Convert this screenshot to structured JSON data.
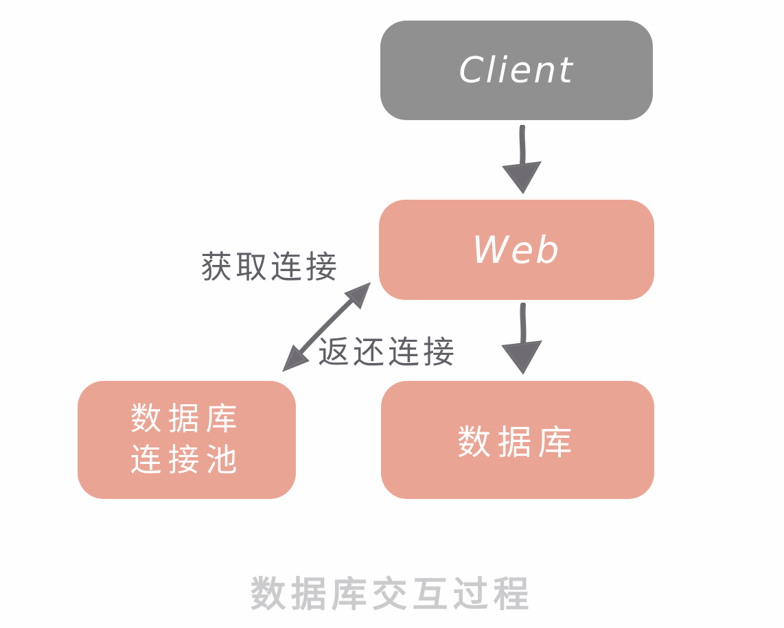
{
  "diagram": {
    "title": "数据库交互过程",
    "nodes": {
      "client": {
        "label": "Client"
      },
      "web": {
        "label": "Web"
      },
      "pool": {
        "label_line1": "数据库",
        "label_line2": "连接池"
      },
      "database": {
        "label": "数据库"
      }
    },
    "edges": {
      "client_to_web": {
        "type": "arrow-down"
      },
      "web_to_database": {
        "type": "arrow-down"
      },
      "web_to_pool": {
        "type": "arrow-bidirectional",
        "label_get": "获取连接",
        "label_return": "返还连接"
      }
    },
    "colors": {
      "client_box": "#909090",
      "salmon_box": "#EAA494",
      "box_text": "#FFFFFF",
      "arrow_gray": "#6E6C71",
      "edge_label_gray": "#615F66",
      "title_gray": "#CBCBCD",
      "background": "#FEFEFE"
    }
  }
}
